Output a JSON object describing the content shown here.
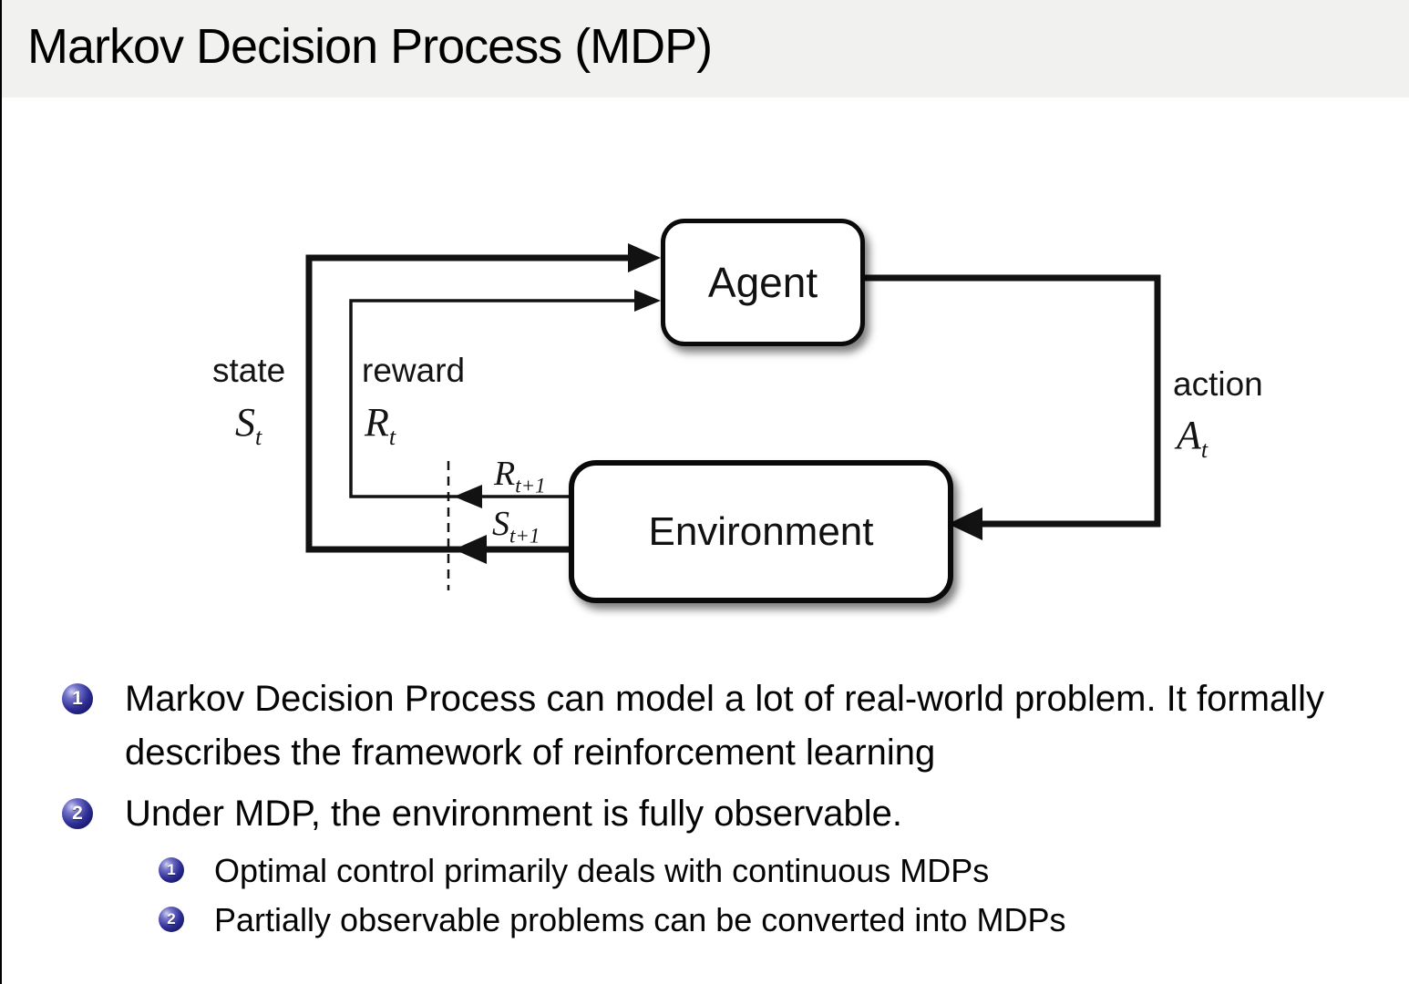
{
  "title": "Markov Decision Process (MDP)",
  "diagram": {
    "agent_label": "Agent",
    "environment_label": "Environment",
    "state": {
      "label": "state",
      "symbol": "S",
      "sub": "t"
    },
    "reward": {
      "label": "reward",
      "symbol": "R",
      "sub": "t"
    },
    "action": {
      "label": "action",
      "symbol": "A",
      "sub": "t"
    },
    "next_reward": {
      "symbol": "R",
      "sub": "t+1"
    },
    "next_state": {
      "symbol": "S",
      "sub": "t+1"
    }
  },
  "bullets": [
    {
      "number": "1",
      "text": "Markov Decision Process can model a lot of real-world problem. It formally describes the framework of reinforcement learning"
    },
    {
      "number": "2",
      "text": "Under MDP, the environment is fully observable.",
      "subitems": [
        {
          "number": "1",
          "text": "Optimal control primarily deals with continuous MDPs"
        },
        {
          "number": "2",
          "text": "Partially observable problems can be converted into MDPs"
        }
      ]
    }
  ]
}
